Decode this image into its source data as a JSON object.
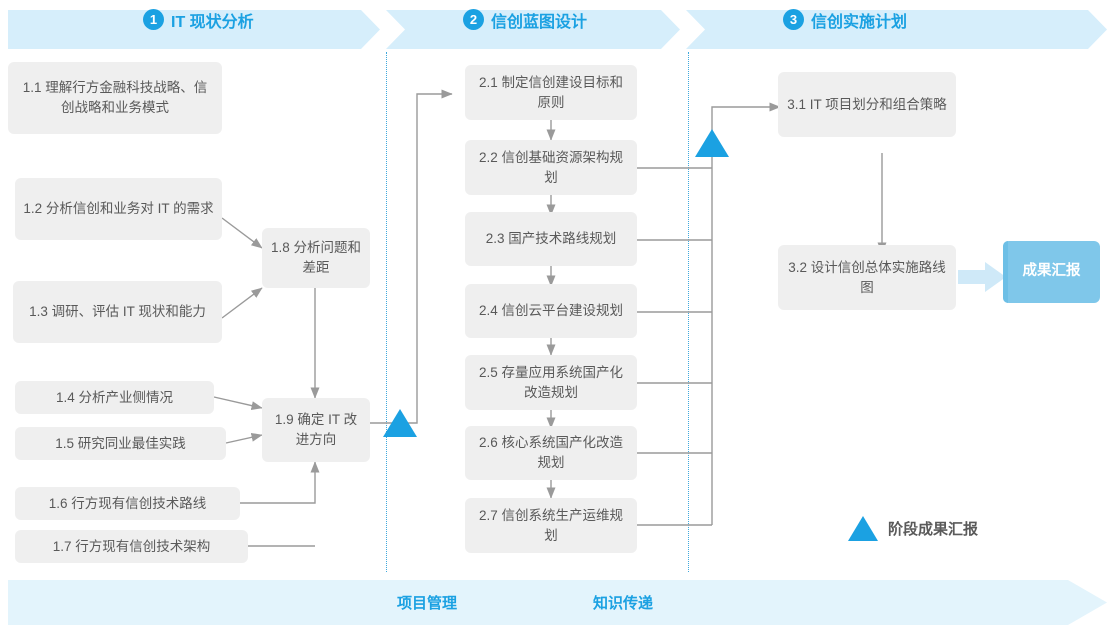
{
  "phases": [
    {
      "num": "1",
      "label": "IT 现状分析"
    },
    {
      "num": "2",
      "label": "信创蓝图设计"
    },
    {
      "num": "3",
      "label": "信创实施计划"
    }
  ],
  "column1": [
    {
      "id": "1.1",
      "text": "1.1 理解行方金融科技战略、信创战略和业务模式"
    },
    {
      "id": "1.2",
      "text": "1.2 分析信创和业务对 IT 的需求"
    },
    {
      "id": "1.3",
      "text": "1.3 调研、评估 IT 现状和能力"
    },
    {
      "id": "1.4",
      "text": "1.4 分析产业侧情况"
    },
    {
      "id": "1.5",
      "text": "1.5 研究同业最佳实践"
    },
    {
      "id": "1.6",
      "text": "1.6 行方现有信创技术路线"
    },
    {
      "id": "1.7",
      "text": "1.7 行方现有信创技术架构"
    },
    {
      "id": "1.8",
      "text": "1.8 分析问题和差距"
    },
    {
      "id": "1.9",
      "text": "1.9 确定 IT 改进方向"
    }
  ],
  "column2": [
    {
      "id": "2.1",
      "text": "2.1 制定信创建设目标和原则"
    },
    {
      "id": "2.2",
      "text": "2.2 信创基础资源架构规划"
    },
    {
      "id": "2.3",
      "text": "2.3 国产技术路线规划"
    },
    {
      "id": "2.4",
      "text": "2.4 信创云平台建设规划"
    },
    {
      "id": "2.5",
      "text": "2.5 存量应用系统国产化改造规划"
    },
    {
      "id": "2.6",
      "text": "2.6 核心系统国产化改造规划"
    },
    {
      "id": "2.7",
      "text": "2.7 信创系统生产运维规划"
    }
  ],
  "column3": [
    {
      "id": "3.1",
      "text": "3.1 IT 项目划分和组合策略"
    },
    {
      "id": "3.2",
      "text": "3.2 设计信创总体实施路线图"
    }
  ],
  "result": {
    "text": "成果汇报"
  },
  "legend": {
    "text": "阶段成果汇报"
  },
  "footer": {
    "items": [
      {
        "label": "项目管理"
      },
      {
        "label": "知识传递"
      }
    ]
  },
  "colors": {
    "accent": "#1ba1e2",
    "band": "#d6eefb",
    "footer_band": "#e3f4fc",
    "box_fill": "#efefef",
    "box_text": "#595959",
    "result_fill": "#7fc7ea",
    "connector": "#9a9a9a",
    "divider": "#3fa9dd"
  }
}
